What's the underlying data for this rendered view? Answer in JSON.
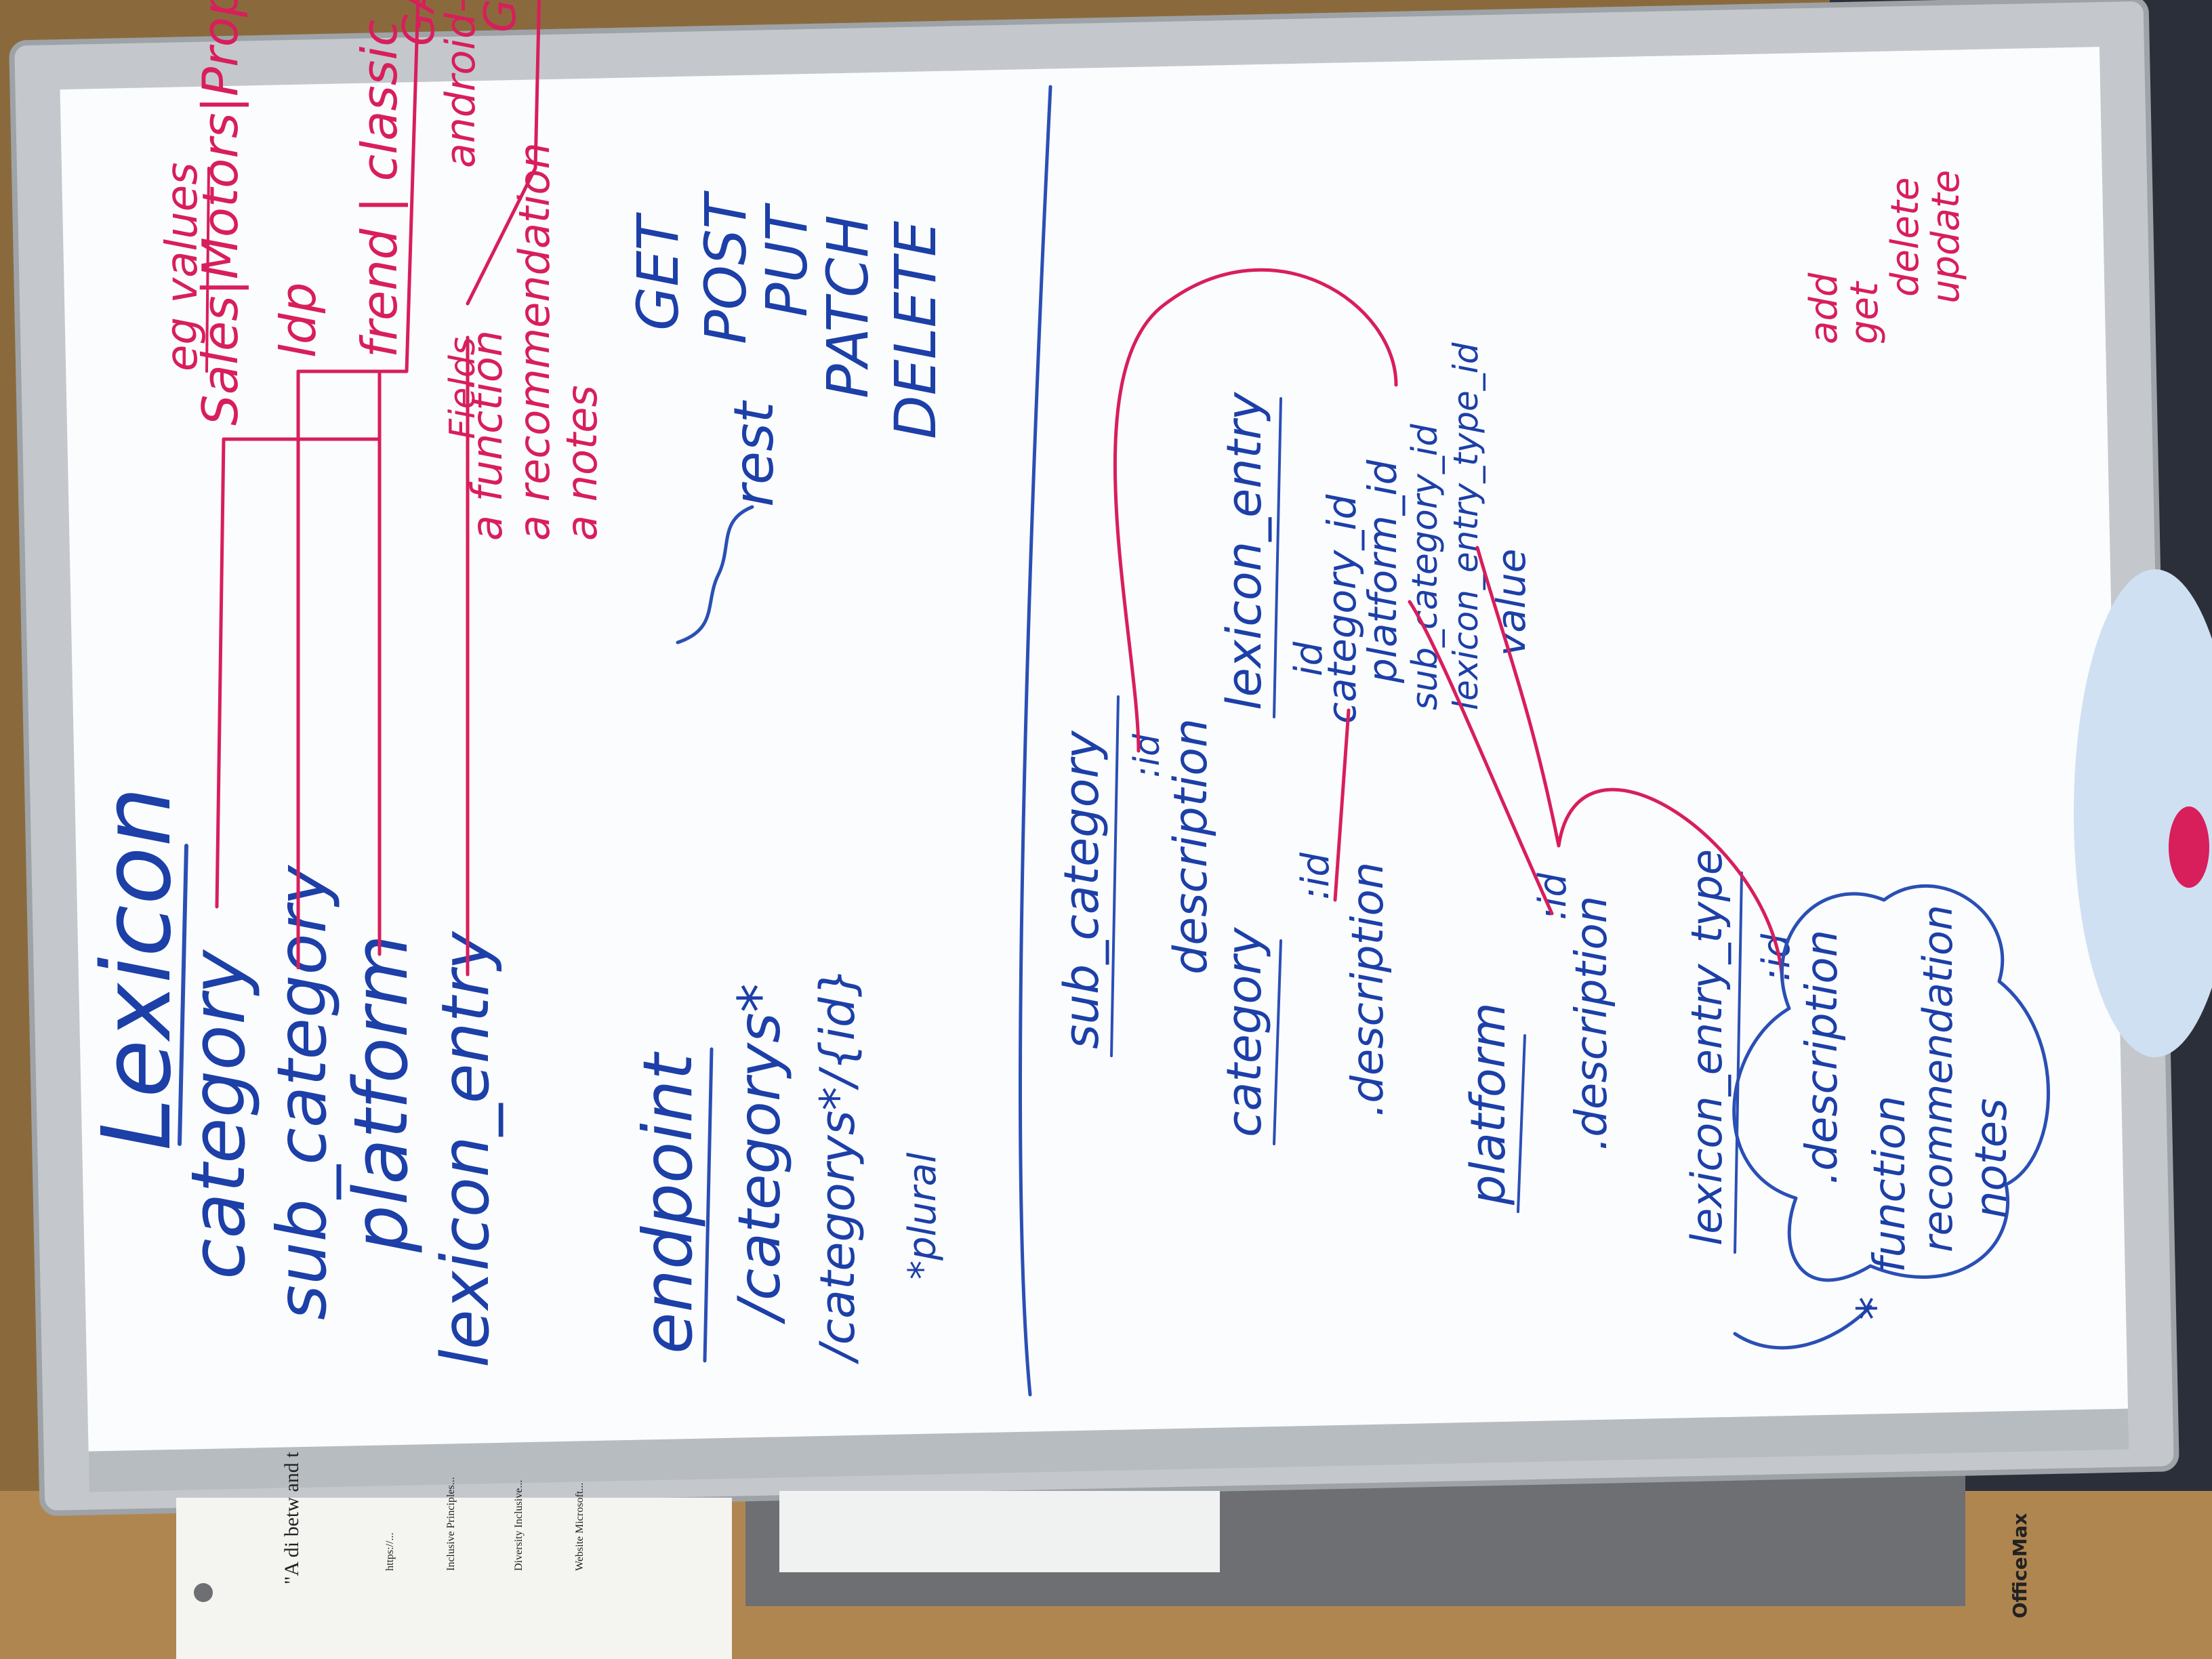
{
  "colors": {
    "blue_marker": "#1c3fa8",
    "red_marker": "#d81e5b",
    "board": "#fbfcfd",
    "frame": "#c4c8cc"
  },
  "board": {
    "brand": "OfficeMax"
  },
  "title": "Lexicon",
  "entities": [
    "category",
    "sub_category",
    "platform",
    "lexicon_entry"
  ],
  "eg_heading": "eg values",
  "eg_category": "Sales|Motors|Property",
  "eg_sub_category": "ldp",
  "eg_platform": "frend | classic | iOS-YAP",
  "eg_platform_gap": "GAP",
  "eg_android": "android-YAP",
  "eg_android_gap": "GAP",
  "fields_label": "Fields",
  "fields": [
    "a function",
    "a recommendation",
    "a notes"
  ],
  "rest": {
    "label": "rest",
    "methods": [
      "GET",
      "POST",
      "PUT",
      "PATCH",
      "DELETE"
    ]
  },
  "endpoint": {
    "heading": "endpoint",
    "routes": [
      "/categorys*",
      "/categorys*/{id}"
    ],
    "note": "*plural"
  },
  "tables": {
    "sub_category": {
      "name": "sub_category",
      "fields": [
        ":id",
        "description"
      ]
    },
    "category": {
      "name": "category",
      "fields": [
        ":id",
        ".description"
      ]
    },
    "platform": {
      "name": "platform",
      "fields": [
        ":id",
        ".description"
      ]
    },
    "lexicon_entry_type": {
      "name": "lexicon_entry_type",
      "fields": [
        ":id",
        ".description"
      ]
    },
    "lexicon_entry": {
      "name": "lexicon_entry",
      "fields": [
        "id",
        "category_id",
        "platform_id",
        "sub_category_id",
        "lexicon_entry_type_id",
        "value"
      ]
    }
  },
  "cloud": {
    "star": "*",
    "items": [
      "function",
      "recommendation",
      "notes"
    ]
  },
  "crud": [
    "add",
    "get",
    "delete",
    "update"
  ],
  "paper": {
    "quote": "\"A di betw and t",
    "lines": [
      "https://...",
      "Inclusive Principles...",
      "Diversity Inclusive...",
      "Website Microsoft..."
    ]
  }
}
